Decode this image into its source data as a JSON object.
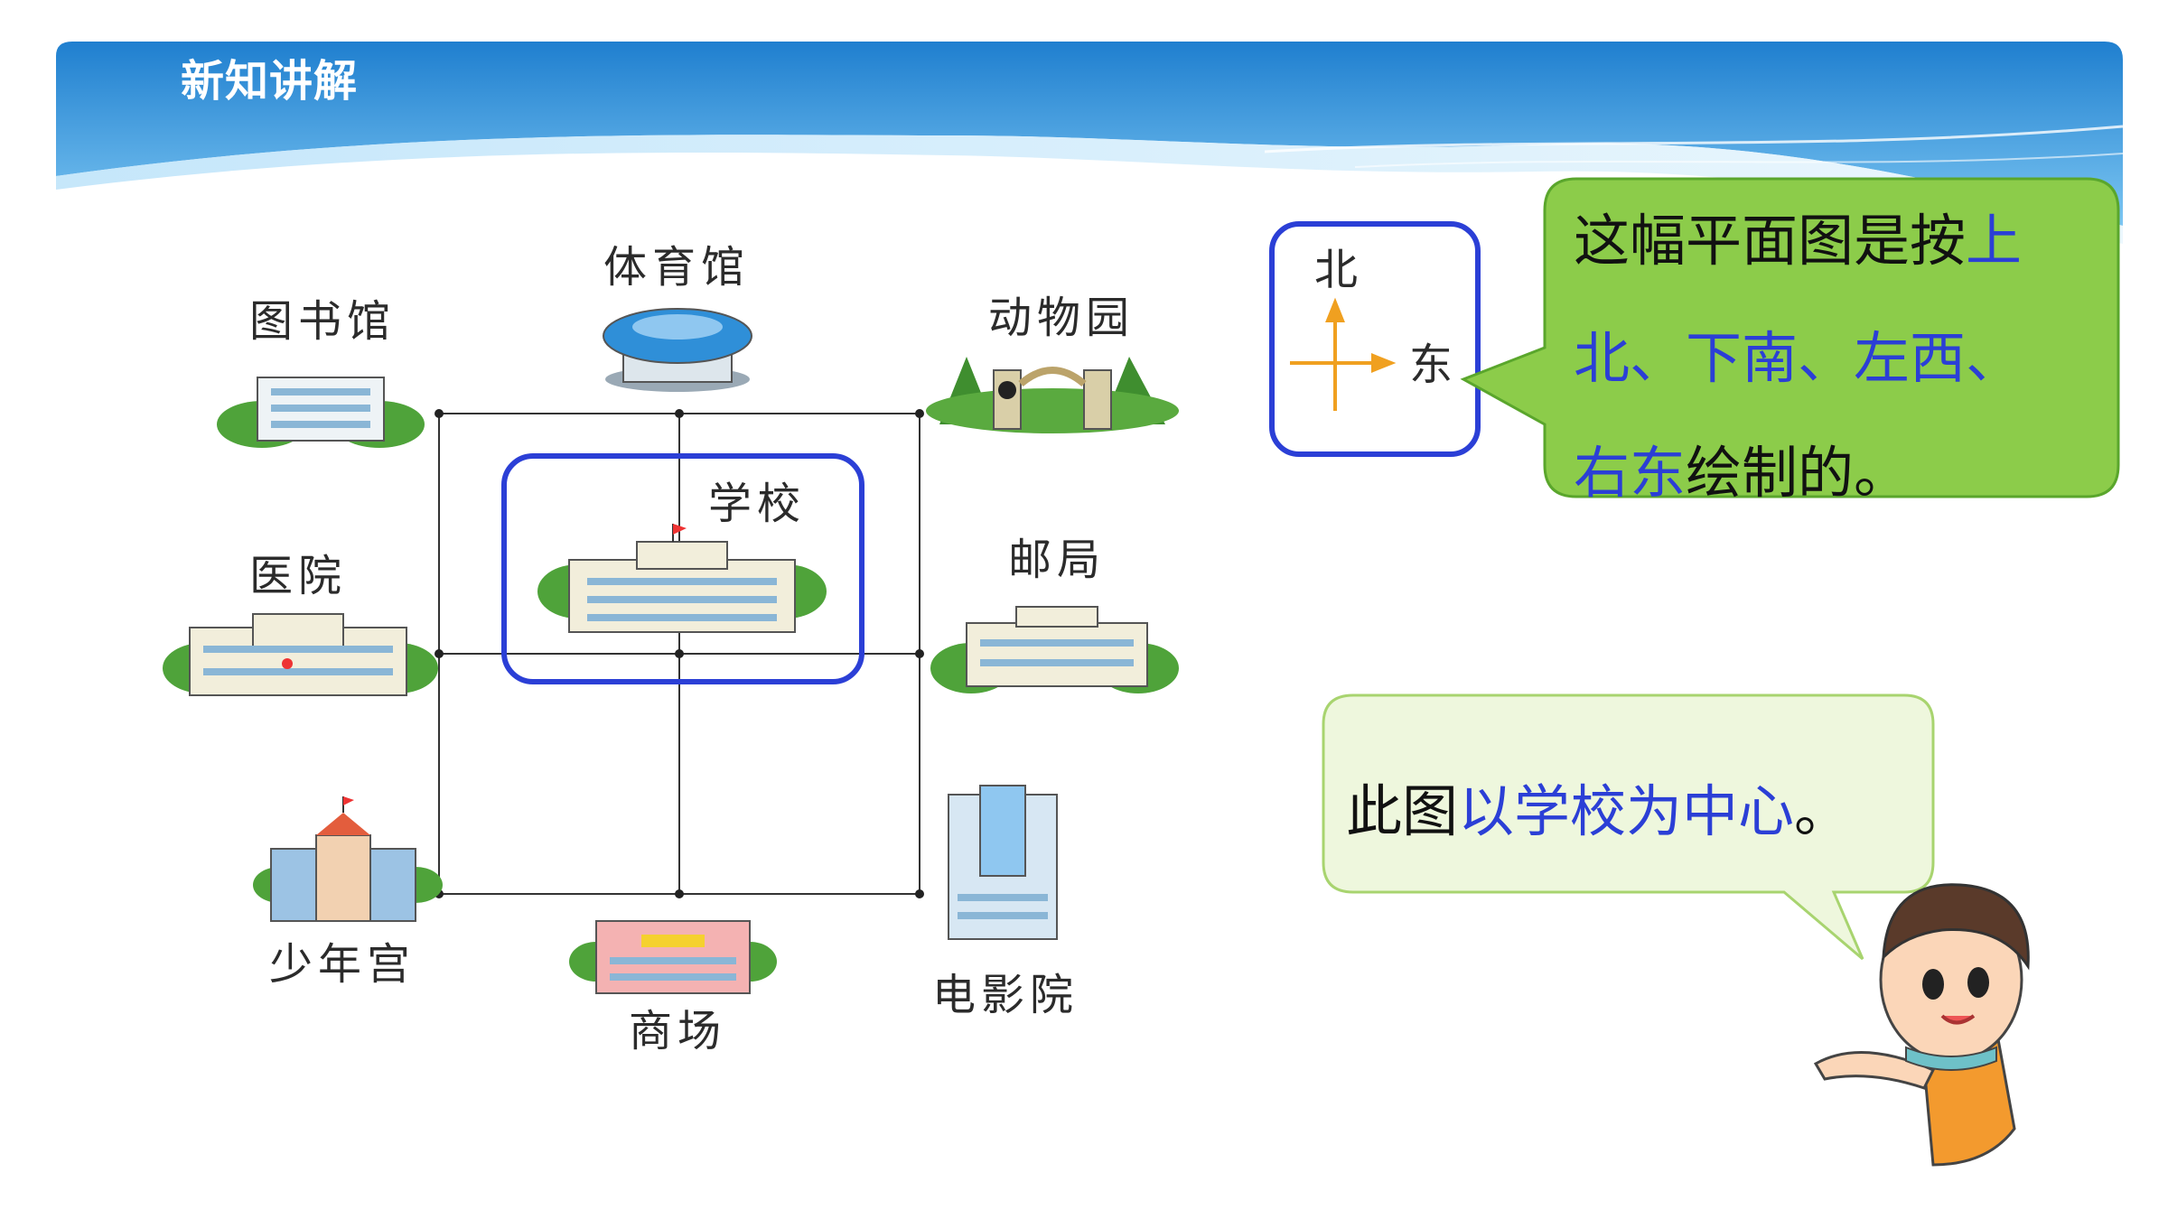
{
  "header": {
    "title": "新知讲解"
  },
  "map": {
    "places": {
      "library": "图书馆",
      "gym": "体育馆",
      "zoo": "动物园",
      "school": "学校",
      "hospital": "医院",
      "post_office": "邮局",
      "youth_palace": "少年宫",
      "mall": "商场",
      "cinema": "电影院"
    }
  },
  "compass": {
    "north": "北",
    "east": "东"
  },
  "bubble_direction": {
    "line1_black": "这幅平面图是按",
    "line1_blue": "上",
    "line2_blue": "北、下南、左西、",
    "line3_blue": "右东",
    "line3_black": "绘制的。"
  },
  "bubble_center": {
    "black_prefix": "此图",
    "blue_part": "以学校为中心",
    "black_suffix": "。"
  },
  "colors": {
    "header_blue": "#2f8fd8",
    "highlight_blue": "#2b3fd6",
    "bubble_green": "#8ccc4a",
    "bubble_light": "#eef7dd"
  }
}
